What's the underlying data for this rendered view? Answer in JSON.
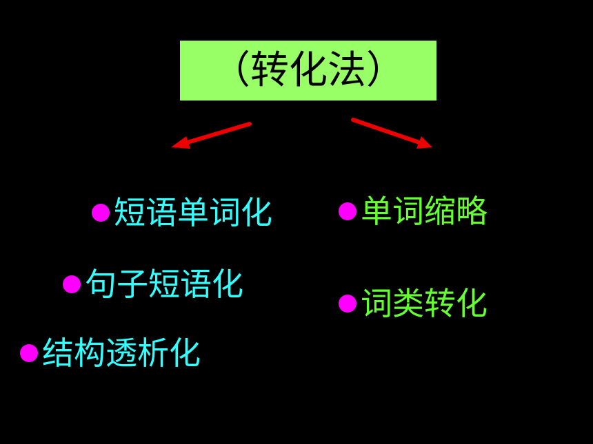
{
  "title": "（转化法）",
  "colors": {
    "background": "#000000",
    "title_box": "#99ff66",
    "title_text": "#000000",
    "arrow": "#ee0000",
    "bullet": "#ff00ff",
    "left_text": "#33ffff",
    "right_text": "#66ff33"
  },
  "left_items": [
    {
      "label": "短语单词化"
    },
    {
      "label": "句子短语化"
    },
    {
      "label": "结构透析化"
    }
  ],
  "right_items": [
    {
      "label": "单词缩略"
    },
    {
      "label": "词类转化"
    }
  ]
}
